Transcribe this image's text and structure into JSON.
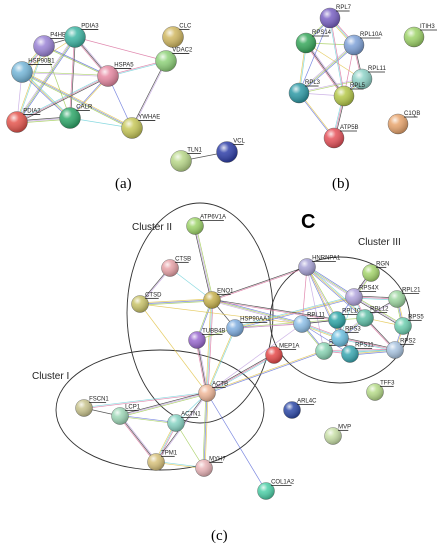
{
  "panels": {
    "a": "(a)",
    "b": "(b)",
    "c": "(c)",
    "c_header": "C"
  },
  "clusters": {
    "c1": "Cluster I",
    "c2": "Cluster II",
    "c3": "Cluster III"
  },
  "nodes_a": [
    {
      "id": "P4HB",
      "label": "P4HB",
      "color": "#9b84d6"
    },
    {
      "id": "PDIA3",
      "label": "PDIA3",
      "color": "#3fb6a4"
    },
    {
      "id": "CLC",
      "label": "CLC",
      "color": "#d1b862"
    },
    {
      "id": "VDAC2",
      "label": "VDAC2",
      "color": "#8fd27a"
    },
    {
      "id": "HSP90B1",
      "label": "HSP90B1",
      "color": "#76b7d9"
    },
    {
      "id": "HSPA5",
      "label": "HSPA5",
      "color": "#e78aa3"
    },
    {
      "id": "PDIA2",
      "label": "PDIA2",
      "color": "#e5564e"
    },
    {
      "id": "CALR",
      "label": "CALR",
      "color": "#2fa86a"
    },
    {
      "id": "YWHAE",
      "label": "YWHAE",
      "color": "#c7c85a"
    },
    {
      "id": "TLN1",
      "label": "TLN1",
      "color": "#b9d88a"
    },
    {
      "id": "VCL",
      "label": "VCL",
      "color": "#2f3fa8"
    }
  ],
  "nodes_b": [
    {
      "id": "RPL7",
      "label": "RPL7",
      "color": "#7a62c4"
    },
    {
      "id": "RPS14",
      "label": "RPS14",
      "color": "#38a85c"
    },
    {
      "id": "RPL10A",
      "label": "RPL10A",
      "color": "#7fa2d8"
    },
    {
      "id": "ITIH3",
      "label": "ITIH3",
      "color": "#9fd46a"
    },
    {
      "id": "RPL11",
      "label": "RPL11",
      "color": "#8fd3c8"
    },
    {
      "id": "RPL3",
      "label": "RPL3",
      "color": "#2e9aa6"
    },
    {
      "id": "RPL5",
      "label": "RPL5",
      "color": "#b6c94a"
    },
    {
      "id": "C1QB",
      "label": "C1QB",
      "color": "#e8a56e"
    },
    {
      "id": "ATP5B",
      "label": "ATP5B",
      "color": "#e6525a"
    }
  ],
  "nodes_c": [
    {
      "id": "ATP6V1A",
      "label": "ATP6V1A",
      "color": "#9ed46a"
    },
    {
      "id": "CTSB",
      "label": "CTSB",
      "color": "#e8a3a8"
    },
    {
      "id": "CTSD",
      "label": "CTSD",
      "color": "#c9c36a"
    },
    {
      "id": "ENO1",
      "label": "ENO1",
      "color": "#c8b24e"
    },
    {
      "id": "HSP90AA1",
      "label": "HSP90AA1",
      "color": "#80aee0"
    },
    {
      "id": "TUBB4B",
      "label": "TUBB4B",
      "color": "#9a6ad0"
    },
    {
      "id": "ACTB",
      "label": "ACTB",
      "color": "#f0b89a"
    },
    {
      "id": "FSCN1",
      "label": "FSCN1",
      "color": "#c9c48e"
    },
    {
      "id": "LCP1",
      "label": "LCP1",
      "color": "#9fd8b8"
    },
    {
      "id": "ACTN1",
      "label": "ACTN1",
      "color": "#88d4c4"
    },
    {
      "id": "TPM1",
      "label": "TPM1",
      "color": "#d8c27c"
    },
    {
      "id": "MYH7",
      "label": "MYH7",
      "color": "#e9b4b8"
    },
    {
      "id": "COL1A2",
      "label": "COL1A2",
      "color": "#4ed0a8"
    },
    {
      "id": "HNRNPA1",
      "label": "HNRNPA1",
      "color": "#a8a3d6"
    },
    {
      "id": "RGN",
      "label": "RGN",
      "color": "#a6d66e"
    },
    {
      "id": "RPS4X",
      "label": "RPS4X",
      "color": "#b3a6de"
    },
    {
      "id": "RPL21",
      "label": "RPL21",
      "color": "#9cd6a0"
    },
    {
      "id": "RPL11c",
      "label": "RPL11",
      "color": "#8ec0e8"
    },
    {
      "id": "RPL10",
      "label": "RPL10",
      "color": "#2ea6a8"
    },
    {
      "id": "RPL12",
      "label": "RPL12",
      "color": "#5fbfa6"
    },
    {
      "id": "RPS5",
      "label": "RPS5",
      "color": "#6ecfb0"
    },
    {
      "id": "RPS15",
      "label": "RPS15",
      "color": "#8ad4b4"
    },
    {
      "id": "RPS11",
      "label": "RPS11",
      "color": "#3aa8b2"
    },
    {
      "id": "RPS3",
      "label": "RPS3",
      "color": "#6dc0e0"
    },
    {
      "id": "RPS2",
      "label": "RPS2",
      "color": "#a9c4e0"
    },
    {
      "id": "MEP1A",
      "label": "MEP1A",
      "color": "#e64a4a"
    },
    {
      "id": "TFF3",
      "label": "TFF3",
      "color": "#b7dc8a"
    },
    {
      "id": "ARL4C",
      "label": "ARL4C",
      "color": "#2e4aa8"
    },
    {
      "id": "MVP",
      "label": "MVP",
      "color": "#c9e0a8"
    }
  ]
}
